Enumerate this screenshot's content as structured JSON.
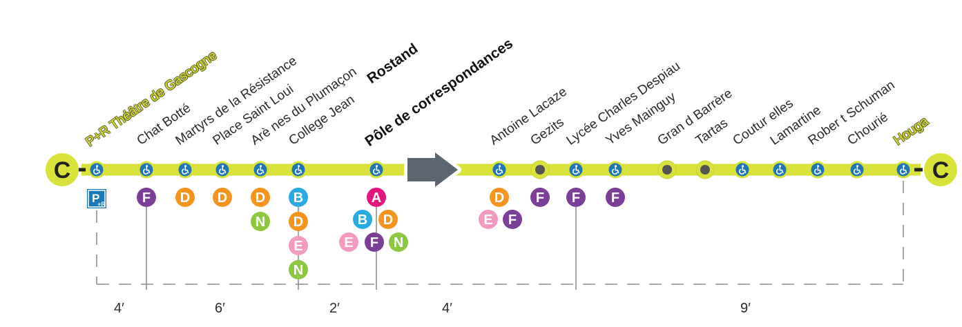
{
  "line": {
    "letter": "C",
    "colors": {
      "line": "#d9e23a",
      "stop_accessible": "#1f78b4",
      "stop_plain": "#555555",
      "arrow": "#5c6670",
      "dashes": "#888888"
    },
    "direction_arrow": "arrow-right"
  },
  "stations": [
    {
      "name": "P+R Théâtre de Gascogne",
      "style": "terminus",
      "accessible": true,
      "connections": [
        "P+R"
      ]
    },
    {
      "name": "Chat Botté",
      "style": "normal",
      "accessible": true,
      "connections": [
        "F"
      ]
    },
    {
      "name": "Martyrs de la Résistance",
      "style": "normal",
      "accessible": true,
      "connections": [
        "D"
      ]
    },
    {
      "name": "Place Saint Loui",
      "style": "normal",
      "accessible": true,
      "connections": [
        "D"
      ]
    },
    {
      "name": "Arè nes du Plumaçon",
      "style": "normal",
      "accessible": true,
      "connections": [
        "D",
        "N"
      ]
    },
    {
      "name": "College Jean",
      "extra": "Rostand",
      "style": "normal",
      "accessible": true,
      "connections": [
        "B",
        "D",
        "E",
        "N"
      ]
    },
    {
      "name": "Pôle de correspondances",
      "style": "bold",
      "accessible": true,
      "connections": [
        "A",
        "B",
        "D",
        "E",
        "F",
        "N"
      ]
    },
    {
      "name": "Antoine Lacaze",
      "style": "normal",
      "accessible": true,
      "connections": [
        "D",
        "E",
        "F"
      ]
    },
    {
      "name": "Gezits",
      "style": "normal",
      "accessible": false,
      "connections": [
        "F"
      ]
    },
    {
      "name": "Lycée Charles Despiau",
      "style": "normal",
      "accessible": true,
      "connections": [
        "F"
      ]
    },
    {
      "name": "Yves Mainguy",
      "style": "normal",
      "accessible": true,
      "connections": [
        "F"
      ]
    },
    {
      "name": "Gran d Barrère",
      "style": "normal",
      "accessible": false,
      "connections": []
    },
    {
      "name": "Tartas",
      "style": "normal",
      "accessible": false,
      "connections": []
    },
    {
      "name": "Coutur elles",
      "style": "normal",
      "accessible": true,
      "connections": []
    },
    {
      "name": "Lamartine",
      "style": "normal",
      "accessible": true,
      "connections": []
    },
    {
      "name": "Rober t Schuman",
      "style": "normal",
      "accessible": true,
      "connections": []
    },
    {
      "name": "Chourié",
      "style": "normal",
      "accessible": true,
      "connections": []
    },
    {
      "name": "Houga",
      "style": "terminus",
      "accessible": true,
      "connections": []
    }
  ],
  "line_colors": {
    "A": "#e5157b",
    "B": "#29abe2",
    "D": "#f7941d",
    "E": "#f49ac1",
    "F": "#7b3f98",
    "N": "#8dc63f",
    "P+R": "#1a78b5"
  },
  "durations": [
    "4′",
    "6′",
    "2′",
    "4′",
    "9′"
  ]
}
